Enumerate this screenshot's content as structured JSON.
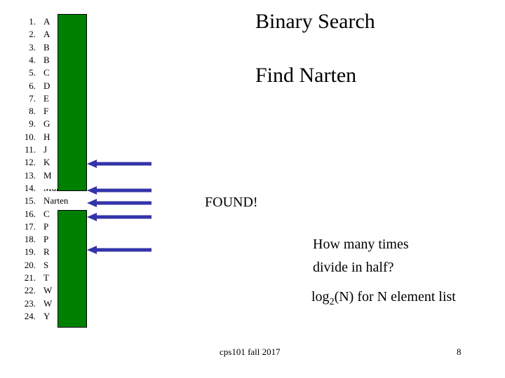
{
  "slide": {
    "title": "Binary Search",
    "subtitle": "Find Narten",
    "found": "FOUND!",
    "question_line1": "How many times",
    "question_line2": "divide in half?",
    "log_prefix": "log",
    "log_sub": "2",
    "log_suffix": "(N) for N element list",
    "footer": "cps101 fall 2017",
    "page": "8"
  },
  "list": {
    "numbers": [
      "1.",
      "2.",
      "3.",
      "4.",
      "5.",
      "6.",
      "7.",
      "8.",
      "9.",
      "10.",
      "11.",
      "12.",
      "13.",
      "14.",
      "15.",
      "16.",
      "17.",
      "18.",
      "19.",
      "20.",
      "21.",
      "22.",
      "23.",
      "24."
    ],
    "visible_initials": [
      "A",
      "A",
      "B",
      "B",
      "C",
      "D",
      "E",
      "F",
      "G",
      "H",
      "J",
      "K",
      "M",
      "",
      "",
      "C",
      "P",
      "P",
      "R",
      "S",
      "T",
      "W",
      "W",
      "Y"
    ],
    "partial_name_row14": "Munson",
    "target_name": "Narten"
  },
  "colors": {
    "block": "#008000",
    "arrow": "#3333aa"
  }
}
